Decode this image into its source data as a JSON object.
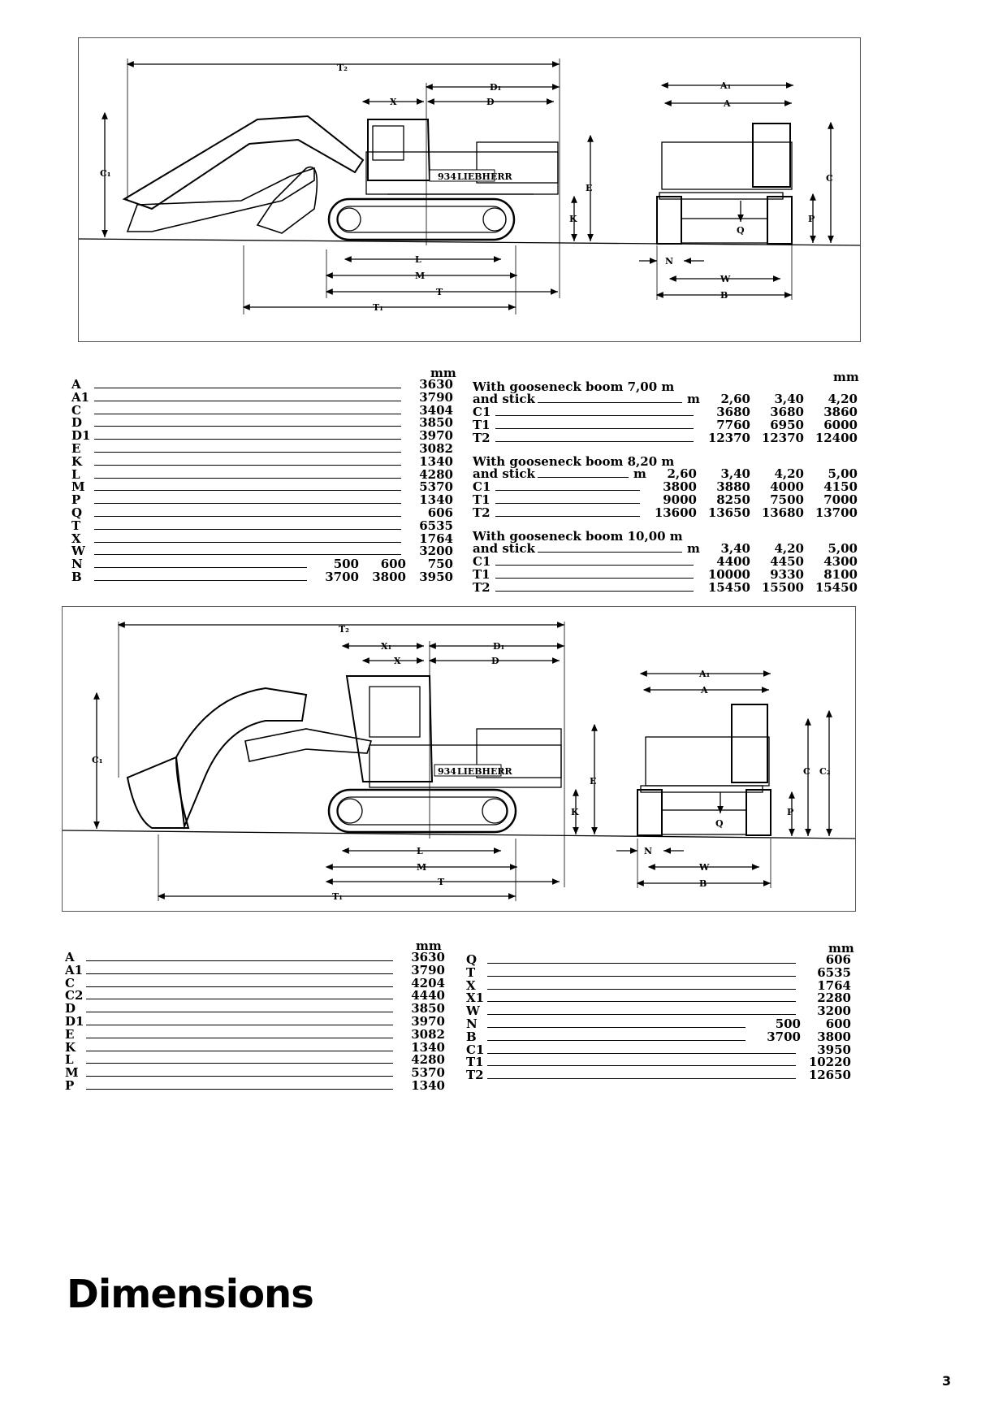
{
  "fig1": {
    "labels": {
      "T2": "T₂",
      "D1": "D₁",
      "X": "X",
      "D": "D",
      "C1": "C₁",
      "E": "E",
      "K": "K",
      "L": "L",
      "M": "M",
      "T": "T",
      "T1": "T₁",
      "A1": "A₁",
      "A": "A",
      "C": "C",
      "P": "P",
      "Q": "Q",
      "N": "N",
      "W": "W",
      "B": "B"
    },
    "brand": "LIEBHERR",
    "model": "934"
  },
  "fig2": {
    "labels": {
      "T2": "T₂",
      "X1": "X₁",
      "D1": "D₁",
      "X": "X",
      "D": "D",
      "C1": "C₁",
      "E": "E",
      "K": "K",
      "L": "L",
      "M": "M",
      "T": "T",
      "T1": "T₁",
      "A1": "A₁",
      "A": "A",
      "C": "C",
      "C2": "C₂",
      "P": "P",
      "Q": "Q",
      "N": "N",
      "W": "W",
      "B": "B"
    },
    "brand": "LIEBHERR",
    "model": "934"
  },
  "table1": {
    "unit": "mm",
    "rows": [
      {
        "label": "A",
        "values": [
          "3630"
        ]
      },
      {
        "label": "A1",
        "values": [
          "3790"
        ]
      },
      {
        "label": "C",
        "values": [
          "3404"
        ]
      },
      {
        "label": "D",
        "values": [
          "3850"
        ]
      },
      {
        "label": "D1",
        "values": [
          "3970"
        ]
      },
      {
        "label": "E",
        "values": [
          "3082"
        ]
      },
      {
        "label": "K",
        "values": [
          "1340"
        ]
      },
      {
        "label": "L",
        "values": [
          "4280"
        ]
      },
      {
        "label": "M",
        "values": [
          "5370"
        ]
      },
      {
        "label": "P",
        "values": [
          "1340"
        ]
      },
      {
        "label": "Q",
        "values": [
          "606"
        ]
      },
      {
        "label": "T",
        "values": [
          "6535"
        ]
      },
      {
        "label": "X",
        "values": [
          "1764"
        ]
      },
      {
        "label": "W",
        "values": [
          "3200"
        ]
      },
      {
        "label": "N",
        "values": [
          "500",
          "600",
          "750"
        ]
      },
      {
        "label": "B",
        "values": [
          "3700",
          "3800",
          "3950"
        ]
      }
    ]
  },
  "boom_groups": {
    "unit": "mm",
    "groups": [
      {
        "title": "With gooseneck boom 7,00 m",
        "stick_label": "and stick",
        "stick_unit": "m",
        "sticks": [
          "2,60",
          "3,40",
          "4,20"
        ],
        "rows": [
          {
            "label": "C1",
            "values": [
              "3680",
              "3680",
              "3860"
            ]
          },
          {
            "label": "T1",
            "values": [
              "7760",
              "6950",
              "6000"
            ]
          },
          {
            "label": "T2",
            "values": [
              "12370",
              "12370",
              "12400"
            ]
          }
        ]
      },
      {
        "title": "With gooseneck boom 8,20 m",
        "stick_label": "and stick",
        "stick_unit": "m",
        "sticks": [
          "2,60",
          "3,40",
          "4,20",
          "5,00"
        ],
        "rows": [
          {
            "label": "C1",
            "values": [
              "3800",
              "3880",
              "4000",
              "4150"
            ]
          },
          {
            "label": "T1",
            "values": [
              "9000",
              "8250",
              "7500",
              "7000"
            ]
          },
          {
            "label": "T2",
            "values": [
              "13600",
              "13650",
              "13680",
              "13700"
            ]
          }
        ]
      },
      {
        "title": "With gooseneck boom 10,00 m",
        "stick_label": "and stick",
        "stick_unit": "m",
        "sticks": [
          "3,40",
          "4,20",
          "5,00"
        ],
        "rows": [
          {
            "label": "C1",
            "values": [
              "4400",
              "4450",
              "4300"
            ]
          },
          {
            "label": "T1",
            "values": [
              "10000",
              "9330",
              "8100"
            ]
          },
          {
            "label": "T2",
            "values": [
              "15450",
              "15500",
              "15450"
            ]
          }
        ]
      }
    ]
  },
  "table2_left": {
    "unit": "mm",
    "rows": [
      {
        "label": "A",
        "values": [
          "3630"
        ]
      },
      {
        "label": "A1",
        "values": [
          "3790"
        ]
      },
      {
        "label": "C",
        "values": [
          "4204"
        ]
      },
      {
        "label": "C2",
        "values": [
          "4440"
        ]
      },
      {
        "label": "D",
        "values": [
          "3850"
        ]
      },
      {
        "label": "D1",
        "values": [
          "3970"
        ]
      },
      {
        "label": "E",
        "values": [
          "3082"
        ]
      },
      {
        "label": "K",
        "values": [
          "1340"
        ]
      },
      {
        "label": "L",
        "values": [
          "4280"
        ]
      },
      {
        "label": "M",
        "values": [
          "5370"
        ]
      },
      {
        "label": "P",
        "values": [
          "1340"
        ]
      }
    ]
  },
  "table2_right": {
    "unit": "mm",
    "rows": [
      {
        "label": "Q",
        "values": [
          "606"
        ]
      },
      {
        "label": "T",
        "values": [
          "6535"
        ]
      },
      {
        "label": "X",
        "values": [
          "1764"
        ]
      },
      {
        "label": "X1",
        "values": [
          "2280"
        ]
      },
      {
        "label": "W",
        "values": [
          "3200"
        ]
      },
      {
        "label": "N",
        "values": [
          "500",
          "600"
        ]
      },
      {
        "label": "B",
        "values": [
          "3700",
          "3800"
        ]
      },
      {
        "label": "C1",
        "values": [
          "3950"
        ]
      },
      {
        "label": "T1",
        "values": [
          "10220"
        ]
      },
      {
        "label": "T2",
        "values": [
          "12650"
        ]
      }
    ]
  },
  "title": "Dimensions",
  "page_number": "3"
}
